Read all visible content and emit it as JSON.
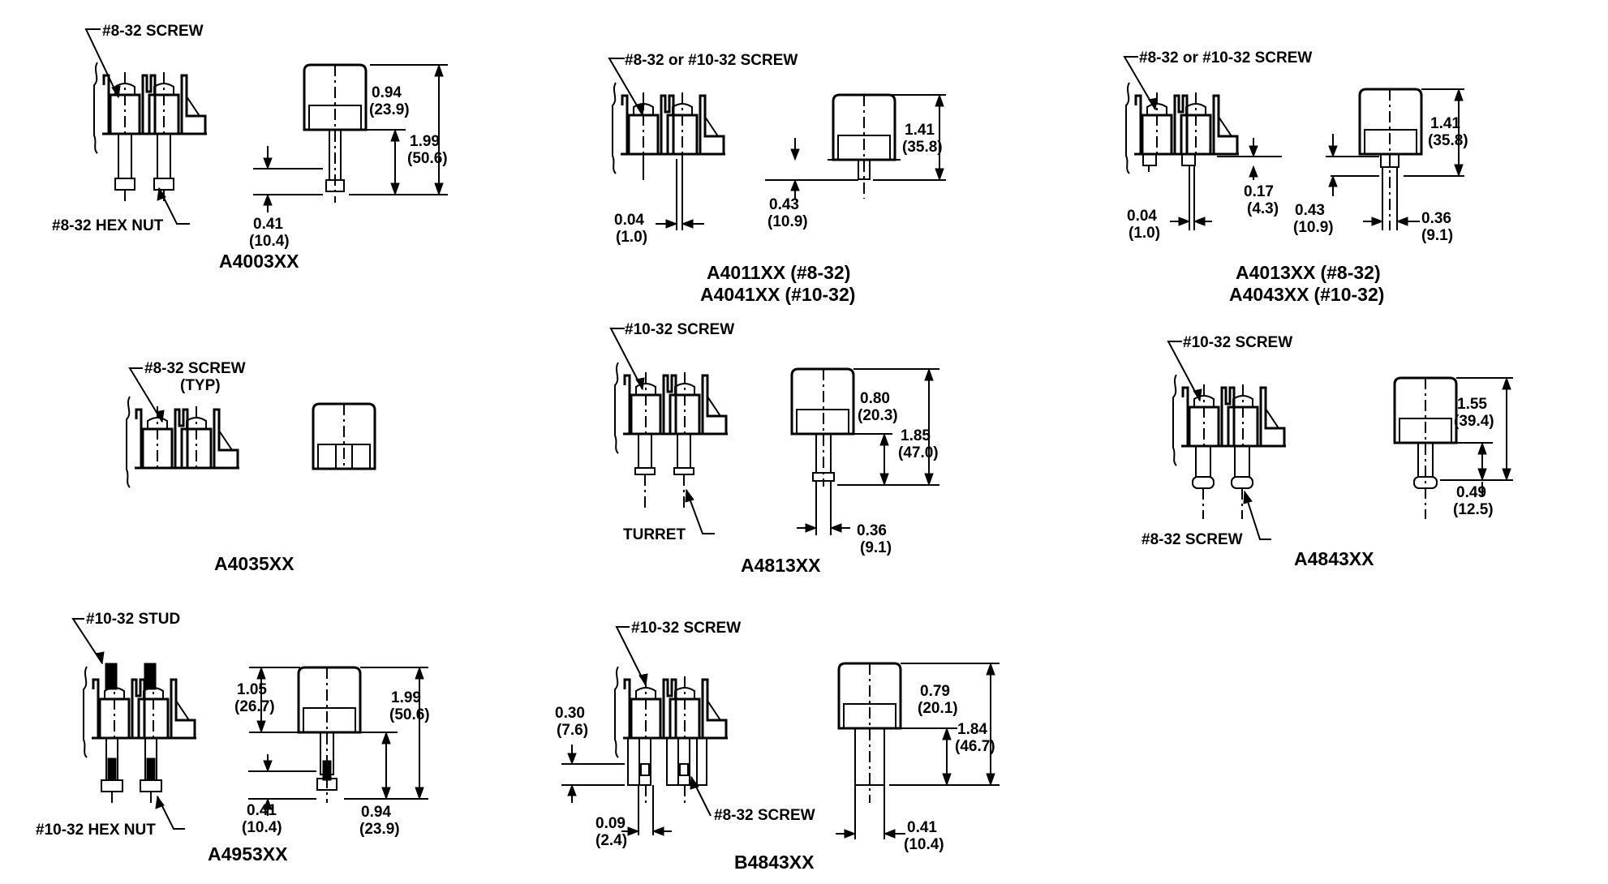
{
  "colors": {
    "ink": "#000000",
    "background": "#ffffff"
  },
  "parts": [
    {
      "id": "A4003XX",
      "caption": "A4003XX",
      "labels": {
        "screw": "#8-32 SCREW",
        "nut": "#8-32 HEX NUT"
      },
      "dims": [
        {
          "in": "0.94",
          "mm": "(23.9)"
        },
        {
          "in": "1.99",
          "mm": "(50.6)"
        },
        {
          "in": "0.41",
          "mm": "(10.4)"
        }
      ]
    },
    {
      "id": "A4011XX",
      "captions": [
        {
          "part": "A4011XX",
          "note": "(#8-32)"
        },
        {
          "part": "A4041XX",
          "note": "(#10-32)"
        }
      ],
      "labels": {
        "screw": "#8-32 or #10-32 SCREW"
      },
      "dims": [
        {
          "in": "1.41",
          "mm": "(35.8)"
        },
        {
          "in": "0.43",
          "mm": "(10.9)"
        },
        {
          "in": "0.04",
          "mm": "(1.0)"
        }
      ]
    },
    {
      "id": "A4013XX",
      "captions": [
        {
          "part": "A4013XX",
          "note": "(#8-32)"
        },
        {
          "part": "A4043XX",
          "note": "(#10-32)"
        }
      ],
      "labels": {
        "screw": "#8-32 or #10-32 SCREW"
      },
      "dims": [
        {
          "in": "1.41",
          "mm": "(35.8)"
        },
        {
          "in": "0.17",
          "mm": "(4.3)"
        },
        {
          "in": "0.43",
          "mm": "(10.9)"
        },
        {
          "in": "0.36",
          "mm": "(9.1)"
        },
        {
          "in": "0.04",
          "mm": "(1.0)"
        }
      ]
    },
    {
      "id": "A4035XX",
      "caption": "A4035XX",
      "labels": {
        "screw": "#8-32 SCREW",
        "note": "(TYP)"
      }
    },
    {
      "id": "A4813XX",
      "caption": "A4813XX",
      "labels": {
        "screw": "#10-32 SCREW",
        "turret": "TURRET"
      },
      "dims": [
        {
          "in": "0.80",
          "mm": "(20.3)"
        },
        {
          "in": "1.85",
          "mm": "(47.0)"
        },
        {
          "in": "0.36",
          "mm": "(9.1)"
        }
      ]
    },
    {
      "id": "A4843XX",
      "caption": "A4843XX",
      "labels": {
        "screw": "#10-32 SCREW",
        "screw2": "#8-32 SCREW"
      },
      "dims": [
        {
          "in": "1.55",
          "mm": "(39.4)"
        },
        {
          "in": "0.49",
          "mm": "(12.5)"
        }
      ]
    },
    {
      "id": "A4953XX",
      "caption": "A4953XX",
      "labels": {
        "stud": "#10-32 STUD",
        "nut": "#10-32 HEX NUT"
      },
      "dims": [
        {
          "in": "1.05",
          "mm": "(26.7)"
        },
        {
          "in": "1.99",
          "mm": "(50.6)"
        },
        {
          "in": "0.41",
          "mm": "(10.4)"
        },
        {
          "in": "0.94",
          "mm": "(23.9)"
        }
      ]
    },
    {
      "id": "B4843XX",
      "caption": "B4843XX",
      "labels": {
        "screw": "#10-32 SCREW",
        "screw2": "#8-32 SCREW"
      },
      "dims": [
        {
          "in": "0.30",
          "mm": "(7.6)"
        },
        {
          "in": "0.79",
          "mm": "(20.1)"
        },
        {
          "in": "1.84",
          "mm": "(46.7)"
        },
        {
          "in": "0.09",
          "mm": "(2.4)"
        },
        {
          "in": "0.41",
          "mm": "(10.4)"
        }
      ]
    }
  ]
}
